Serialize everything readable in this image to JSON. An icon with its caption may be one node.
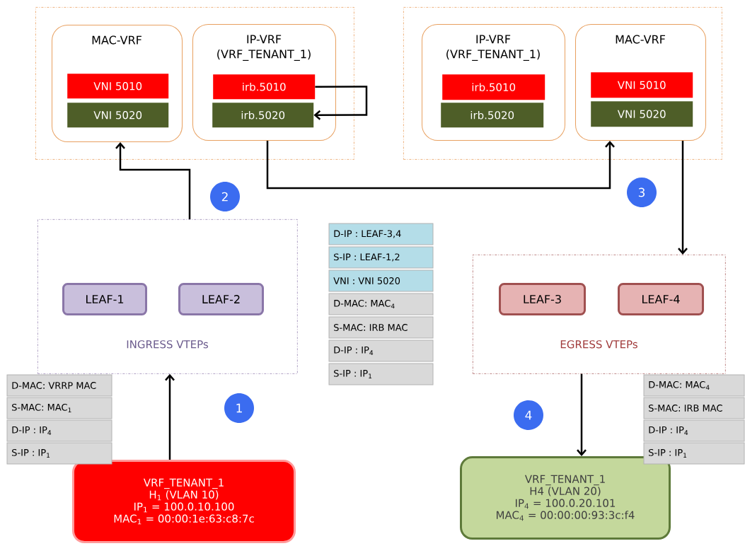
{
  "diagram": {
    "nodes": [
      {
        "text": [],
        "shape": "box"
      },
      {
        "text": [
          "MAC-VRF"
        ],
        "in": 0
      },
      {
        "text": [
          "VNI 5010"
        ],
        "in": 1
      },
      {
        "text": [
          "VNI 5020"
        ],
        "in": 1
      },
      {
        "text": [
          "IP-VRF (VRF_TENANT_1)"
        ],
        "in": 0
      },
      {
        "text": [
          "irb.5010"
        ],
        "in": 4
      },
      {
        "text": [
          "irb.5020"
        ],
        "in": 4
      },
      {
        "text": [],
        "shape": "box"
      },
      {
        "text": [
          "IP-VRF (VRF_TENANT_1)"
        ],
        "in": 7
      },
      {
        "text": [
          "irb.5010"
        ],
        "in": 8
      },
      {
        "text": [
          "irb.5020"
        ],
        "in": 8
      },
      {
        "text": [
          "MAC-VRF"
        ],
        "in": 7
      },
      {
        "text": [
          "VNI 5010"
        ],
        "in": 11
      },
      {
        "text": [
          "VNI 5020"
        ],
        "in": 11
      },
      {
        "text": [
          "INGRESS VTEPs"
        ]
      },
      {
        "text": [
          "LEAF-1"
        ],
        "in": 14
      },
      {
        "text": [
          "LEAF-2"
        ],
        "in": 14
      },
      {
        "text": [
          "EGRESS VTEPs"
        ]
      },
      {
        "text": [
          "LEAF-3"
        ],
        "in": 17
      },
      {
        "text": [
          "LEAF-4"
        ],
        "in": 17
      },
      {
        "text": [
          "VRF_TENANT_1",
          "H$_{1}$ (VLAN 10)",
          "IP$_{1}$ = 100.0.10.100",
          "MAC$_{1}$ = 00:00:1e:63:c8:7c"
        ]
      },
      {
        "text": [
          "VRF_TENANT_1",
          "H4 (VLAN 20)",
          "IP$_{4}$ = 100.0.20.101",
          "MAC$_{4}$ = 00:00:00:93:3c:f4"
        ]
      }
    ],
    "edges": [
      {
        "from": 20,
        "to": 14,
        "arrow": "to"
      },
      {
        "from": 14,
        "to": 1,
        "arrow": "to"
      },
      {
        "from": 5,
        "to": 6,
        "arrow": "to"
      },
      {
        "from": 4,
        "to": 11,
        "arrow": "to"
      },
      {
        "from": 11,
        "to": 17,
        "arrow": "to"
      },
      {
        "from": 17,
        "to": 21,
        "arrow": "to"
      }
    ],
    "labels": [
      "2",
      "3",
      "D-IP : LEAF-3,4",
      "S-IP : LEAF-1,2",
      "VNI : VNI 5020",
      "D-MAC: MAC$_{4}$",
      "S-MAC: IRB MAC",
      "D-IP : IP$_{4}$",
      "S-IP : IP$_{1}$",
      "D-MAC: VRRP MAC",
      "S-MAC: MAC$_{1}$",
      "D-IP : IP$_{4}$",
      "S-IP : IP$_{1}$",
      "1",
      "4",
      "D-MAC: MAC$_{4}$",
      "S-MAC: IRB MAC",
      "D-IP : IP$_{4}$",
      "S-IP : IP$_{1}$"
    ]
  }
}
